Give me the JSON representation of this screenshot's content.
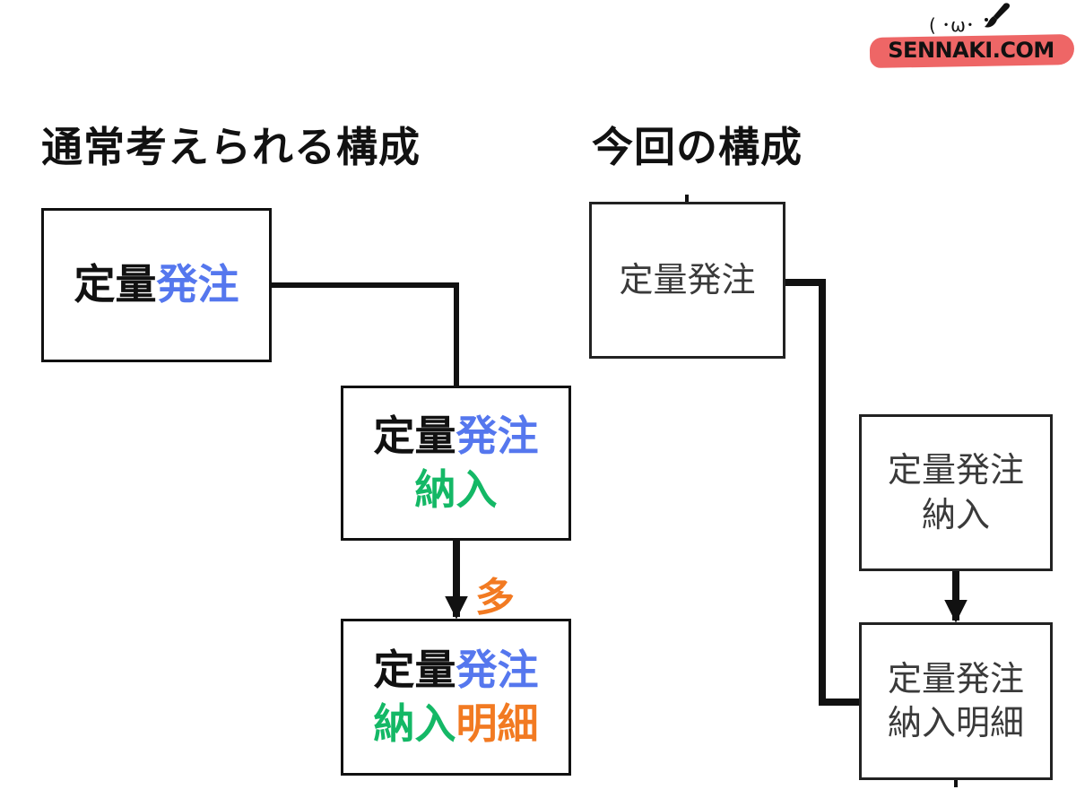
{
  "logo": {
    "face": "( ･ω･",
    "text": "SENNAKI.COM",
    "band_color": "#ee6666"
  },
  "colors": {
    "blue": "#5577ee",
    "green": "#14b866",
    "orange": "#f27a22"
  },
  "left": {
    "heading": "通常考えられる構成",
    "box1": {
      "part_black": "定量",
      "part_blue": "発注"
    },
    "box2": {
      "part_black": "定量",
      "part_blue": "発注",
      "part_green": "納入"
    },
    "box3": {
      "part_black": "定量",
      "part_blue": "発注",
      "part_green": "納入",
      "part_orange": "明細"
    },
    "many_label": "多"
  },
  "right": {
    "heading": "今回の構成",
    "box1": {
      "line1": "定量発注"
    },
    "box2": {
      "line1": "定量発注",
      "line2": "納入"
    },
    "box3": {
      "line1": "定量発注",
      "line2": "納入明細"
    }
  }
}
